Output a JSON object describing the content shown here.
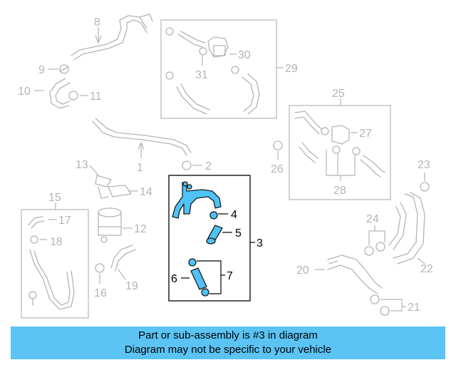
{
  "diagram": {
    "callouts": {
      "c1": "1",
      "c2": "2",
      "c3": "3",
      "c4": "4",
      "c5": "5",
      "c6": "6",
      "c7": "7",
      "c8": "8",
      "c9": "9",
      "c10": "10",
      "c11": "11",
      "c12": "12",
      "c13": "13",
      "c14": "14",
      "c15": "15",
      "c16": "16",
      "c17": "17",
      "c18": "18",
      "c19": "19",
      "c20": "20",
      "c21": "21",
      "c22": "22",
      "c23": "23",
      "c24": "24",
      "c25": "25",
      "c26": "26",
      "c27": "27",
      "c28": "28",
      "c29": "29",
      "c30": "30",
      "c31": "31"
    },
    "highlighted_part": "3",
    "colors": {
      "highlight": "#4fc3f7",
      "muted": "#b4b4b4",
      "banner": "#5bc4f5"
    }
  },
  "banner": {
    "line1": "Part or sub-assembly is #3 in diagram",
    "line2": "Diagram may not be specific to your vehicle"
  }
}
